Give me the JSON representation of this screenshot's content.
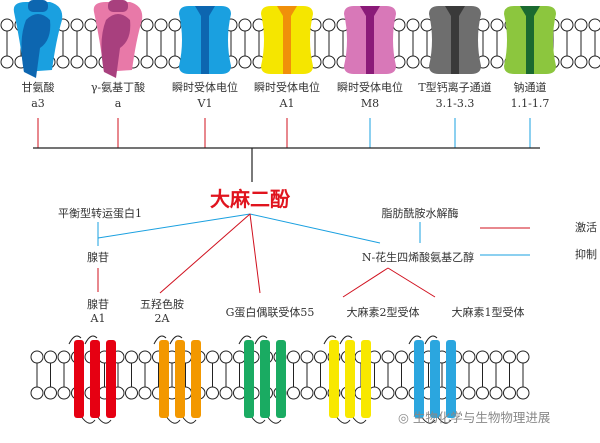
{
  "top_channels": [
    {
      "name": "甘氨酸",
      "sub": "a3",
      "c1": "#1aa0e0",
      "c2": "#0d66b0",
      "effect": "activate"
    },
    {
      "name": "γ-氨基丁酸",
      "sub": "a",
      "c1": "#e879a8",
      "c2": "#a8407e",
      "effect": "activate"
    },
    {
      "name": "瞬时受体电位",
      "sub": "V1",
      "c1": "#1aa0e0",
      "c2": "#0d66b0",
      "effect": "activate"
    },
    {
      "name": "瞬时受体电位",
      "sub": "A1",
      "c1": "#f5e600",
      "c2": "#f0900a",
      "effect": "activate"
    },
    {
      "name": "瞬时受体电位",
      "sub": "M8",
      "c1": "#d878b8",
      "c2": "#8a1a78",
      "effect": "inhibit"
    },
    {
      "name": "T型钙离子通道",
      "sub": "3.1-3.3",
      "c1": "#6e6e6e",
      "c2": "#3a3a3a",
      "effect": "inhibit"
    },
    {
      "name": "钠通道",
      "sub": "1.1-1.7",
      "c1": "#8cc63e",
      "c2": "#1a6a30",
      "effect": "inhibit"
    }
  ],
  "center": "大麻二酚",
  "nodes": {
    "ent1": "平衡型转运蛋白1",
    "adenosine": "腺苷",
    "a1_name": "腺苷",
    "a1_sub": "A1",
    "ht_name": "五羟色胺",
    "ht_sub": "2A",
    "gpr55": "G蛋白偶联受体55",
    "faah": "脂肪酰胺水解酶",
    "aea": "N-花生四烯酸氨基乙醇",
    "cb2": "大麻素2型受体",
    "cb1": "大麻素1型受体"
  },
  "legend": {
    "activate": "激活",
    "inhibit": "抑制",
    "activate_color": "#d0101e",
    "inhibit_color": "#1aa0e0"
  },
  "bottom_receptor_colors": [
    "#e60012",
    "#f39800",
    "#1aab62",
    "#f8e800",
    "#2ba6df"
  ],
  "watermark": "生物化学与生物物理进展"
}
